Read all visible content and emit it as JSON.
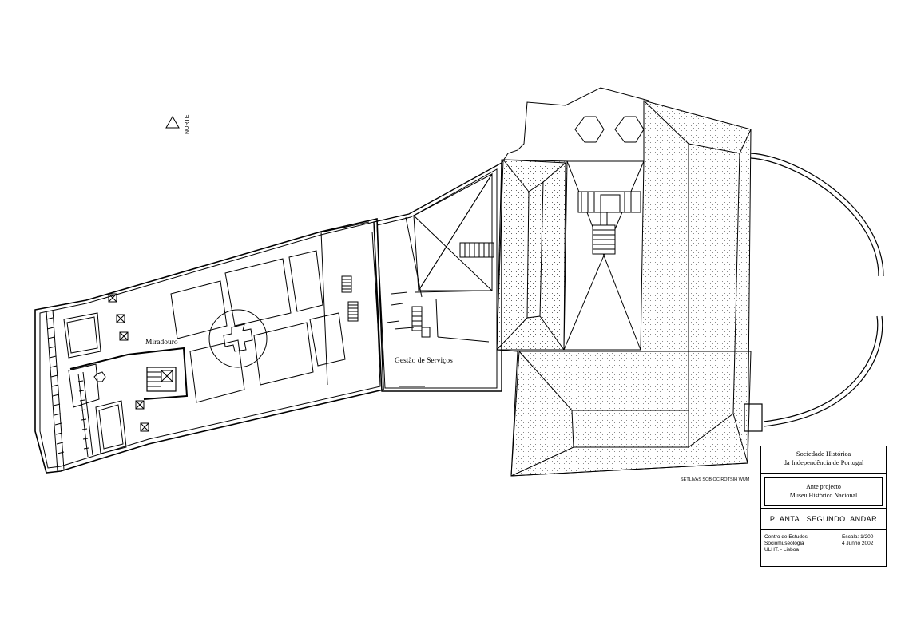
{
  "drawing": {
    "north_label": "NORTE",
    "rooms": {
      "miradouro": "Miradouro",
      "gestao": "Gestão de Serviços"
    },
    "mirror_text": "SETLIVAS SOB OCIRÔTSIH WUM"
  },
  "title_block": {
    "society_line1": "Sociedade Histórica",
    "society_line2": "da Independência de Portugal",
    "project_line1": "Ante projecto",
    "project_line2": "Museu Histórico Nacional",
    "plan_title": "PLANTA   SEGUNDO  ANDAR",
    "centre_line1": "Centro de Estudos",
    "centre_line2": "Sociomuseologia",
    "centre_line3": "ULHT. - Lisboa",
    "scale": "Escala: 1/200",
    "date": "4 Junho 2002"
  }
}
